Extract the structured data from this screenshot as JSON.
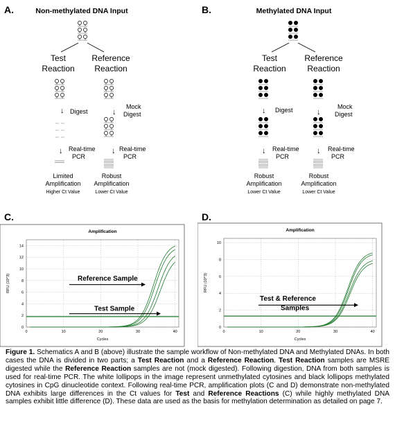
{
  "panels": {
    "A": {
      "label": "A.",
      "title": "Non-methylated DNA Input",
      "test": [
        "Test",
        "Reaction"
      ],
      "ref": [
        "Reference",
        "Reaction"
      ],
      "digest": "Digest",
      "mock": [
        "Mock",
        "Digest"
      ],
      "pcr": [
        "Real-time",
        "PCR"
      ],
      "test_result": [
        "Limited",
        "Amplification"
      ],
      "test_ct": "Higher Ct Value",
      "ref_result": [
        "Robust",
        "Amplification"
      ],
      "ref_ct": "Lower Ct Value"
    },
    "B": {
      "label": "B.",
      "title": "Methylated DNA Input",
      "test": [
        "Test",
        "Reaction"
      ],
      "ref": [
        "Reference",
        "Reaction"
      ],
      "digest": "Digest",
      "mock": [
        "Mock",
        "Digest"
      ],
      "pcr": [
        "Real-time",
        "PCR"
      ],
      "test_result": [
        "Robust",
        "Amplification"
      ],
      "test_ct": "Lower Ct Value",
      "ref_result": [
        "Robust",
        "Amplification"
      ],
      "ref_ct": "Lower Ct Value"
    },
    "C": {
      "label": "C."
    },
    "D": {
      "label": "D."
    }
  },
  "chart_data": [
    {
      "type": "line",
      "title": "Amplification",
      "xlabel": "Cycles",
      "ylabel": "RFU (10^3)",
      "xlim": [
        0,
        41
      ],
      "ylim": [
        0,
        15
      ],
      "xticks": [
        0,
        10,
        20,
        30,
        40
      ],
      "yticks": [
        0,
        2,
        4,
        6,
        8,
        10,
        12,
        14
      ],
      "grid": true,
      "threshold": 1.8,
      "curves": [
        {
          "max": 14.5,
          "mid": 34.2,
          "k": 0.55
        },
        {
          "max": 14.0,
          "mid": 34.6,
          "k": 0.55
        },
        {
          "max": 13.2,
          "mid": 35.4,
          "k": 0.55
        },
        {
          "max": 12.4,
          "mid": 36.0,
          "k": 0.55
        }
      ],
      "annotations": [
        {
          "text": "Reference Sample",
          "y": 8.0
        },
        {
          "text": "Test Sample",
          "y": 2.8
        }
      ]
    },
    {
      "type": "line",
      "title": "Amplification",
      "xlabel": "Cycles",
      "ylabel": "RFU (10^3)",
      "xlim": [
        0,
        41
      ],
      "ylim": [
        0,
        10.5
      ],
      "xticks": [
        0,
        10,
        20,
        30,
        40
      ],
      "yticks": [
        0,
        2,
        4,
        6,
        8,
        10
      ],
      "grid": true,
      "threshold": 1.3,
      "curves": [
        {
          "max": 9.0,
          "mid": 33.3,
          "k": 0.55
        },
        {
          "max": 8.8,
          "mid": 33.5,
          "k": 0.55
        },
        {
          "max": 8.1,
          "mid": 33.7,
          "k": 0.55
        },
        {
          "max": 7.8,
          "mid": 33.9,
          "k": 0.55
        }
      ],
      "annotations": [
        {
          "text": "Test & Reference",
          "y": 3.1
        },
        {
          "text": "Samples",
          "y": 2.0
        }
      ]
    }
  ],
  "caption": {
    "segments": [
      {
        "t": "Figure 1.",
        "b": true
      },
      {
        "t": " Schematics A and B (above) illustrate the sample workflow of Non-methylated DNA and Methylated DNAs. In both cases the DNA is divided in two parts; a ",
        "b": false
      },
      {
        "t": "Test Reaction",
        "b": true
      },
      {
        "t": " and a ",
        "b": false
      },
      {
        "t": "Reference Reaction",
        "b": true
      },
      {
        "t": ". ",
        "b": false
      },
      {
        "t": "Test Reaction",
        "b": true
      },
      {
        "t": " samples are MSRE digested while the ",
        "b": false
      },
      {
        "t": "Reference Reaction",
        "b": true
      },
      {
        "t": " samples are not (mock digested). Following digestion, DNA from both samples is used for real-time PCR. The white lollipops in the image represent unmethylated cytosines and black lollipops methylated cytosines in CpG dinucleotide context.  Following real-time PCR, amplification plots (C and D) demonstrate non-methylated DNA exhibits large differences in the Ct values for ",
        "b": false
      },
      {
        "t": "Test",
        "b": true
      },
      {
        "t": " and ",
        "b": false
      },
      {
        "t": "Reference Reactions",
        "b": true
      },
      {
        "t": " (C) while highly methylated DNA samples exhibit little difference (D). These data are used as the basis for methylation determination as detailed on page 7.",
        "b": false
      }
    ]
  }
}
